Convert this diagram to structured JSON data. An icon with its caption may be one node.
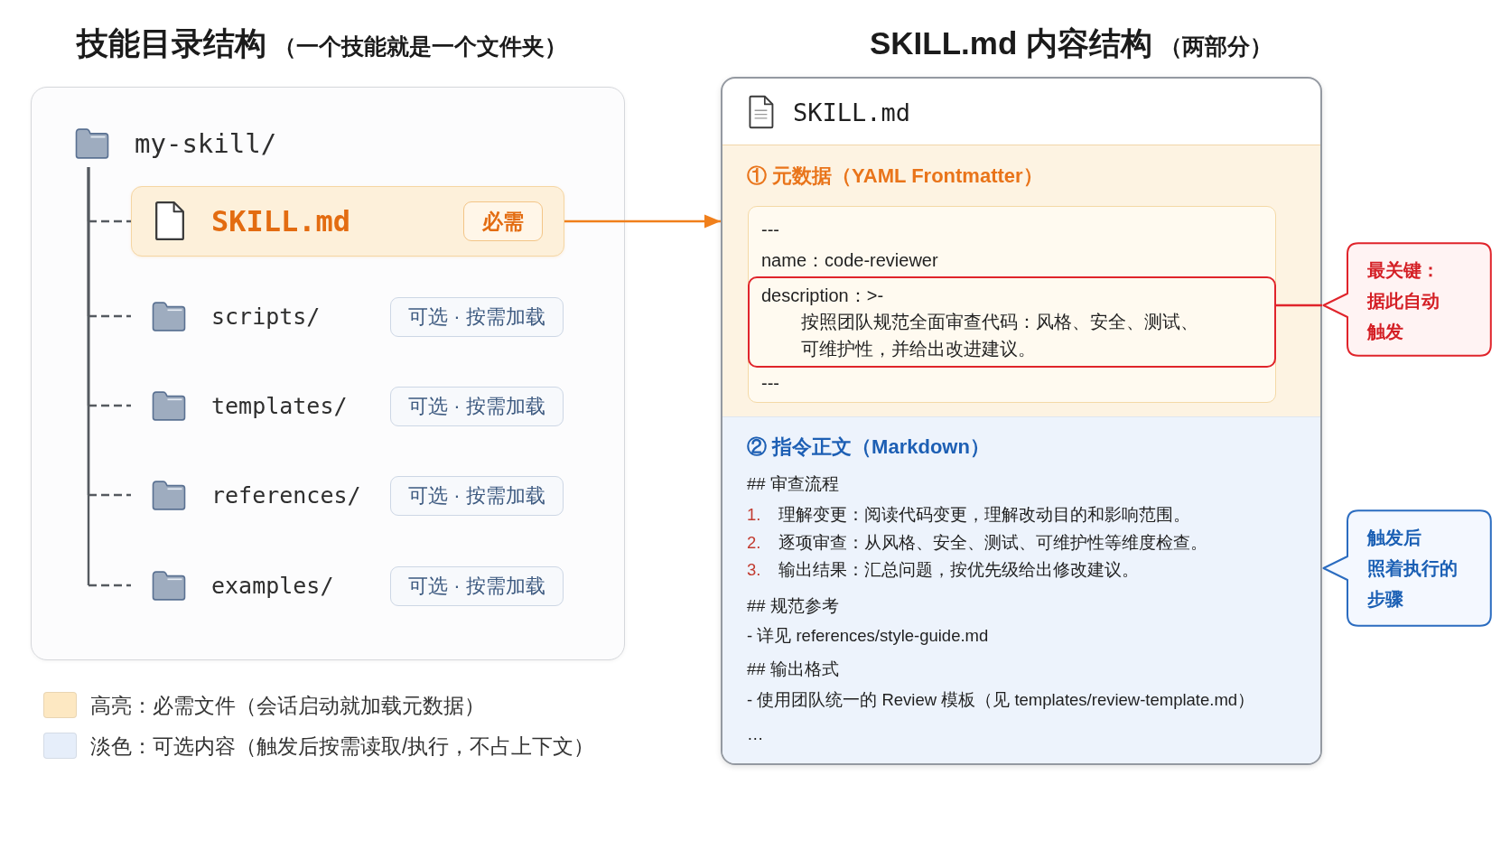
{
  "diagram": {
    "nodes": [
      {
        "text": [],
        "shape": "box"
      },
      {
        "text": [
          "my-skill/"
        ],
        "in": 0
      },
      {
        "text": [
          "SKILL.md"
        ],
        "in": 0
      },
      {
        "text": [
          "必需"
        ],
        "in": 2
      },
      {
        "text": [
          "scripts/"
        ],
        "in": 0
      },
      {
        "text": [
          "可选 · 按需加载"
        ],
        "in": 0
      },
      {
        "text": [
          "templates/"
        ],
        "in": 0
      },
      {
        "text": [
          "可选 · 按需加载"
        ],
        "in": 0
      },
      {
        "text": [
          "references/"
        ],
        "in": 0
      },
      {
        "text": [
          "可选 · 按需加载"
        ],
        "in": 0
      },
      {
        "text": [
          "examples/"
        ],
        "in": 0
      },
      {
        "text": [
          "可选 · 按需加载"
        ],
        "in": 0
      },
      {
        "text": [
          "SKILL.md"
        ]
      },
      {
        "text": [
          "① 元数据（YAML Frontmatter）"
        ],
        "in": 12
      },
      {
        "text": [
          "---",
          "name：code-reviewer",
          "---"
        ],
        "in": 13
      },
      {
        "text": [
          "description：>-",
          "按照团队规范全面审查代码：风格、安全、测试、可维护性，并给出改进建议。"
        ],
        "in": 14
      },
      {
        "text": [
          "② 指令正文（Markdown）",
          "## 审查流程",
          "1.",
          "理解变更：阅读代码变更，理解改动目的和影响范围。",
          "2.",
          "逐项审查：从风格、安全、测试、可维护性等维度检查。",
          "3.",
          "输出结果：汇总问题，按优先级给出修改建议。",
          "## 规范参考",
          "- 详见 references/style-guide.md",
          "## 输出格式",
          "- 使用团队统一的 Review 模板（见 templates/review-template.md）",
          "…"
        ],
        "in": 12
      },
      {
        "text": [
          "最关键：",
          "据此自动触发"
        ]
      },
      {
        "text": [
          "触发后",
          "照着执行的步骤"
        ]
      }
    ],
    "edges": [
      {
        "from": 1,
        "to": 2,
        "arrow": "none",
        "style": "dashed"
      },
      {
        "from": 1,
        "to": 4,
        "arrow": "none",
        "style": "dashed"
      },
      {
        "from": 1,
        "to": 6,
        "arrow": "none",
        "style": "dashed"
      },
      {
        "from": 1,
        "to": 8,
        "arrow": "none",
        "style": "dashed"
      },
      {
        "from": 1,
        "to": 10,
        "arrow": "none",
        "style": "dashed"
      },
      {
        "from": 2,
        "to": 12,
        "arrow": "to",
        "color": "#f07f1b"
      },
      {
        "from": 15,
        "to": 17,
        "arrow": "none",
        "color": "#e0242b"
      }
    ],
    "labels": [
      "技能目录结构",
      "（一个技能就是一个文件夹）",
      "SKILL.md 内容结构",
      "（两部分）"
    ],
    "legend": [
      {
        "text": "高亮：必需文件（会话启动就加载元数据）",
        "color": "#fde8c2"
      },
      {
        "text": "淡色：可选内容（触发后按需读取/执行，不占上下文）",
        "color": "#e6eefa"
      }
    ]
  }
}
